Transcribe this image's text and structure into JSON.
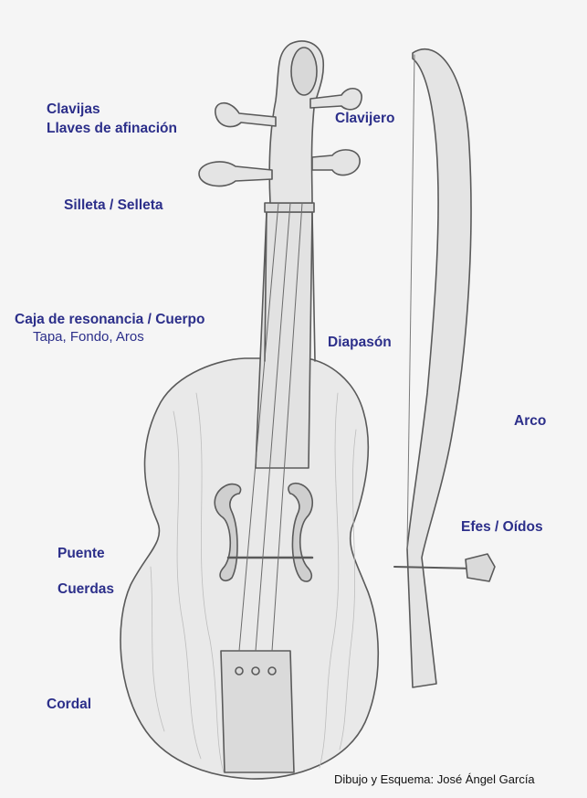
{
  "labels": {
    "clavijas": "Clavijas",
    "llaves": "Llaves de afinación",
    "clavijero": "Clavijero",
    "silleta": "Silleta / Selleta",
    "caja": "Caja de resonancia / Cuerpo",
    "caja_sub": "Tapa, Fondo, Aros",
    "diapason": "Diapasón",
    "arco": "Arco",
    "efes": "Efes / Oídos",
    "puente": "Puente",
    "cuerdas": "Cuerdas",
    "cordal": "Cordal"
  },
  "credit": "Dibujo y Esquema: José Ángel García",
  "colors": {
    "label": "#2c2f8a",
    "line": "#555555",
    "background": "#f5f5f5"
  }
}
